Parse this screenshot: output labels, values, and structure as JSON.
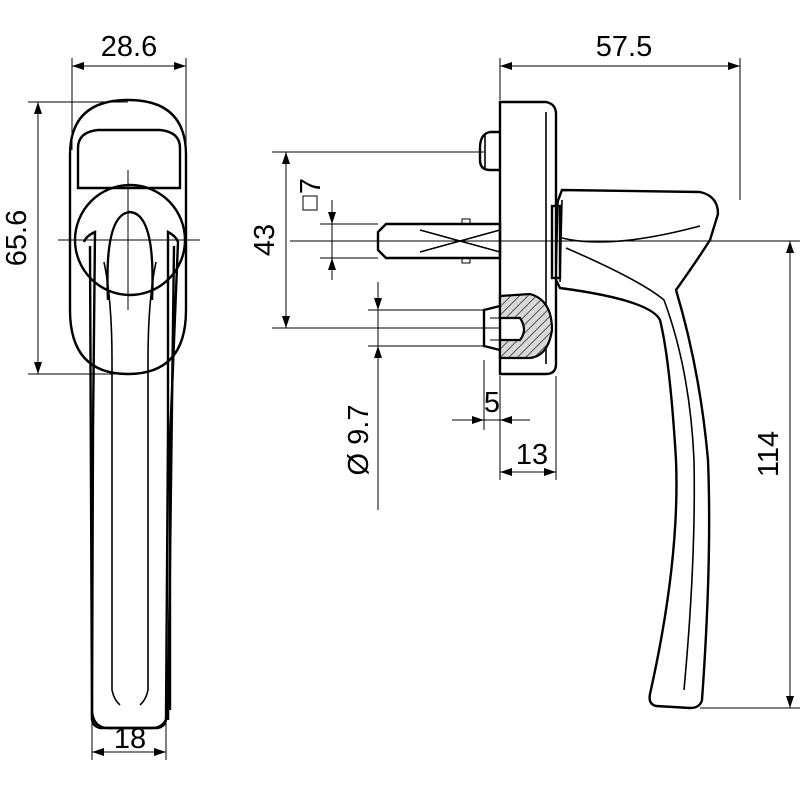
{
  "dimensions": {
    "front_width": "28.6",
    "front_height": "65.6",
    "grip_width": "18",
    "total_depth": "57.5",
    "square_spindle": "7",
    "spacing": "43",
    "screw_diameter": "Ø 9.7",
    "screw_offset": "5",
    "base_depth": "13",
    "total_length": "114"
  },
  "colors": {
    "line": "#000000",
    "hatch": "#8a8a8a",
    "background": "#ffffff"
  }
}
